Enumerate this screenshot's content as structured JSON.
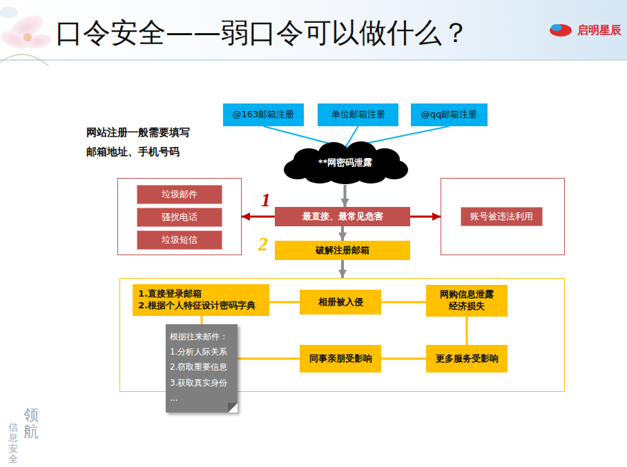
{
  "diagram": {
    "title": "口令安全——弱口令可以做什么？",
    "nodes": [
      {
        "text": [
          "@163邮箱注册"
        ]
      },
      {
        "text": [
          "单位邮箱注册"
        ]
      },
      {
        "text": [
          "@qq邮箱注册"
        ]
      },
      {
        "text": [
          "**网密码泄露"
        ]
      },
      {
        "text": []
      },
      {
        "text": [
          "垃圾邮件"
        ],
        "in": 4
      },
      {
        "text": [
          "骚扰电话"
        ],
        "in": 4
      },
      {
        "text": [
          "垃圾短信"
        ],
        "in": 4
      },
      {
        "text": [
          "最直接、最常见危害"
        ]
      },
      {
        "text": []
      },
      {
        "text": [
          "账号被违法利用"
        ],
        "in": 9
      },
      {
        "text": [
          "破解注册邮箱"
        ]
      },
      {
        "text": []
      },
      {
        "text": [
          "1.直接登录邮箱",
          "2.根据个人特征设计密码字典"
        ],
        "in": 12
      },
      {
        "text": [
          "相册被入侵"
        ],
        "in": 12
      },
      {
        "text": [
          "网购信息泄露 经济损失"
        ],
        "in": 12
      },
      {
        "text": [
          "根据往来邮件：",
          "1.分析人际关系",
          "2.窃取重要信息",
          "3.获取真实身份",
          "..."
        ]
      },
      {
        "text": [
          "同事亲朋受影响"
        ],
        "in": 12
      },
      {
        "text": [
          "更多服务受影响"
        ],
        "in": 12
      }
    ],
    "edges": [
      {
        "from": 0,
        "to": 3,
        "arrow": "none"
      },
      {
        "from": 1,
        "to": 3,
        "arrow": "none"
      },
      {
        "from": 2,
        "to": 3,
        "arrow": "none"
      },
      {
        "from": 3,
        "to": 8,
        "arrow": "to"
      },
      {
        "from": 8,
        "to": 4,
        "arrow": "to"
      },
      {
        "from": 8,
        "to": 9,
        "arrow": "to"
      },
      {
        "from": 8,
        "to": 11,
        "arrow": "to"
      },
      {
        "from": 11,
        "to": 12,
        "arrow": "to"
      },
      {
        "from": 13,
        "to": 14,
        "arrow": "none"
      },
      {
        "from": 14,
        "to": 15,
        "arrow": "none"
      },
      {
        "from": 15,
        "to": 18,
        "arrow": "none"
      },
      {
        "from": 18,
        "to": 17,
        "arrow": "none"
      },
      {
        "from": 17,
        "to": 16,
        "arrow": "none"
      },
      {
        "from": 13,
        "to": 16,
        "arrow": "none"
      }
    ],
    "labels": [
      "网站注册一般需要填写 邮箱地址、手机号码",
      "1",
      "2",
      "启明星辰",
      "领航",
      "信息安全"
    ]
  }
}
